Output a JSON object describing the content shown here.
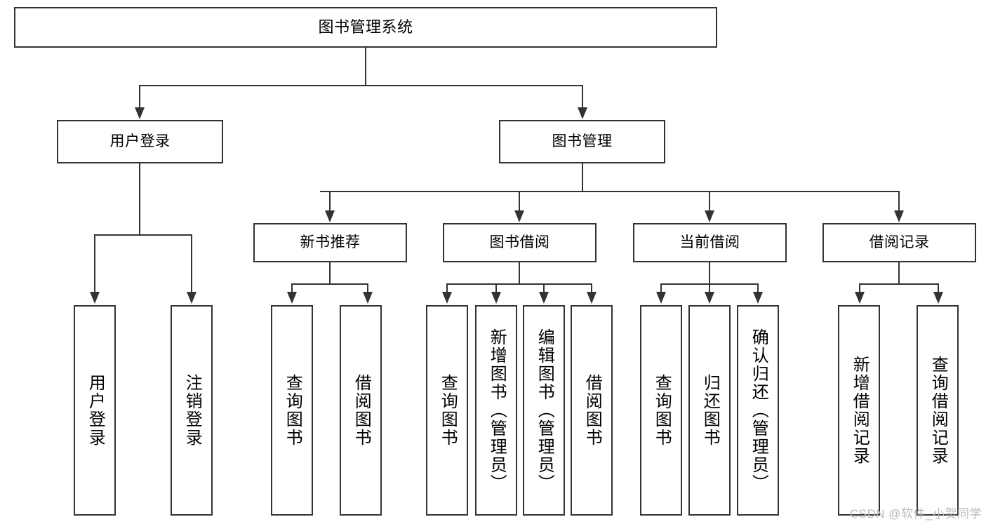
{
  "diagram": {
    "title": "图书管理系统",
    "watermark": "CSDN @软件_小贺同学",
    "colors": {
      "stroke": "#333333",
      "fill": "#ffffff",
      "text": "#000000",
      "watermark": "#b8b8b8"
    },
    "root": {
      "label": "图书管理系统"
    },
    "branches": [
      {
        "label": "用户登录"
      },
      {
        "label": "图书管理"
      }
    ],
    "sub_branches": [
      {
        "label": "新书推荐"
      },
      {
        "label": "图书借阅"
      },
      {
        "label": "当前借阅"
      },
      {
        "label": "借阅记录"
      }
    ],
    "leaves": {
      "user_login": [
        {
          "label": "用户登录"
        },
        {
          "label": "注销登录"
        }
      ],
      "new_book": [
        {
          "label": "查询图书"
        },
        {
          "label": "借阅图书"
        }
      ],
      "book_borrow": [
        {
          "label": "查询图书"
        },
        {
          "label": "新增图书（管理员）"
        },
        {
          "label": "编辑图书（管理员）"
        },
        {
          "label": "借阅图书"
        }
      ],
      "current_borrow": [
        {
          "label": "查询图书"
        },
        {
          "label": "归还图书"
        },
        {
          "label": "确认归还（管理员）"
        }
      ],
      "borrow_record": [
        {
          "label": "新增借阅记录"
        },
        {
          "label": "查询借阅记录"
        }
      ]
    }
  }
}
